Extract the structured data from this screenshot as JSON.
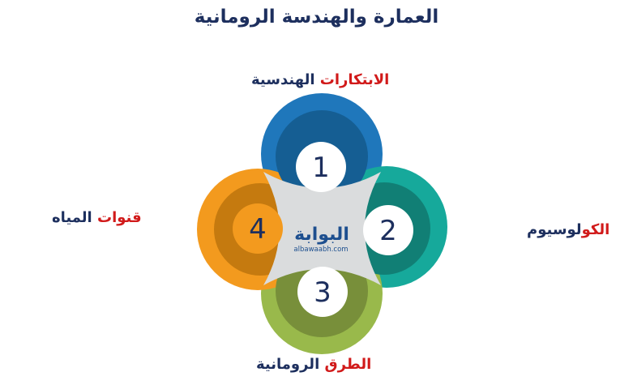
{
  "title": "العمارة والهندسة الرومانية",
  "items": [
    {
      "number": "1",
      "label_highlight": "الابتكارات",
      "label_rest": " الهندسية",
      "color_outer": "#1f77bb",
      "color_inner": "#155e93"
    },
    {
      "number": "2",
      "label_highlight": "الكو",
      "label_rest": "لوسيوم",
      "color_outer": "#16a99b",
      "color_inner": "#117f75"
    },
    {
      "number": "3",
      "label_highlight": "الطرق",
      "label_rest": " الرومانية",
      "color_outer": "#99b94b",
      "color_inner": "#788f3a"
    },
    {
      "number": "4",
      "label_highlight": "قنوات",
      "label_rest": " المياه",
      "color_outer": "#f39a1e",
      "color_inner": "#c57a0f"
    }
  ],
  "logo": {
    "arabic": "البوابة",
    "latin": "albawaabh.com"
  },
  "colors": {
    "title": "#1d2f5e",
    "highlight": "#d11a1a",
    "center": "#dadcdd"
  }
}
